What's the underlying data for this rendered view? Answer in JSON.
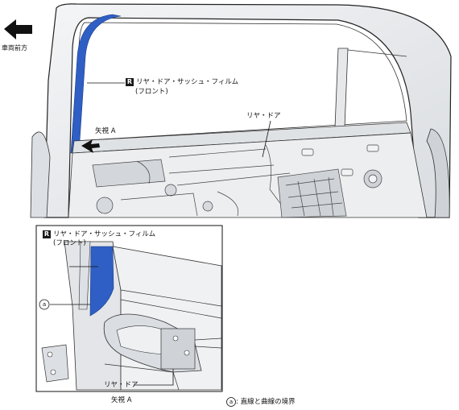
{
  "direction_label": "車両前方",
  "main_view": {
    "film_badge": "R",
    "film_label_line1": "リヤ・ドア・サッシュ・フィルム",
    "film_label_line2": "(フロント)",
    "view_label": "矢視 A",
    "door_label": "リヤ・ドア"
  },
  "detail_view": {
    "film_badge": "R",
    "film_label_line1": "リヤ・ドア・サッシュ・フィルム",
    "film_label_line2": "(フロント)",
    "point_marker": "a",
    "door_label": "リヤ・ドア",
    "view_caption": "矢視 A"
  },
  "legend": {
    "marker": "a",
    "text": ": 直線と曲線の境界"
  },
  "colors": {
    "film_blue": "#2f5fc4",
    "outline": "#222222",
    "panel": "#e9ebee"
  }
}
